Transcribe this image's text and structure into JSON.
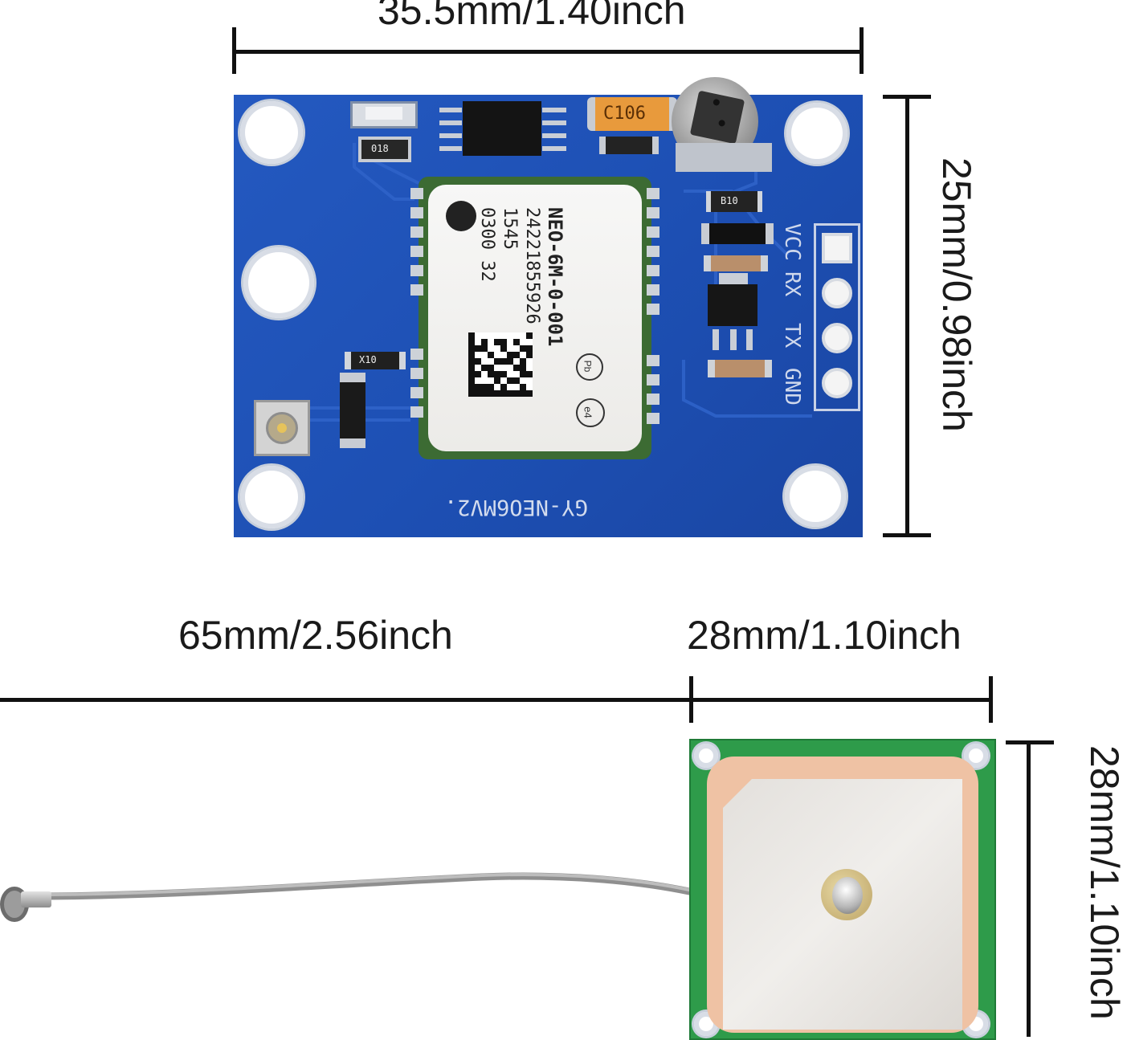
{
  "dimensions": {
    "module_width": "35.5mm/1.40inch",
    "module_height": "25mm/0.98inch",
    "cable_length": "65mm/2.56inch",
    "antenna_width": "28mm/1.10inch",
    "antenna_height": "28mm/1.10inch"
  },
  "chip": {
    "model": "NEO-6M-0-001",
    "serial": "24221855926",
    "line3": "1545",
    "line4": "0300 32",
    "mark_e4": "e4",
    "mark_pb": "Pb"
  },
  "board": {
    "silkscreen": "GY-NEO6MV2.",
    "pins": [
      "VCC",
      "RX",
      "TX",
      "GND"
    ],
    "capacitor": "C106",
    "labels": {
      "d18": "018",
      "b10": "B10",
      "x10": "X10"
    }
  },
  "colors": {
    "pcb_blue": "#1d4fb3",
    "antenna_pcb": "#2e9b4a",
    "ceramic": "#e9e6e2",
    "cable": "#a6a6a6"
  }
}
